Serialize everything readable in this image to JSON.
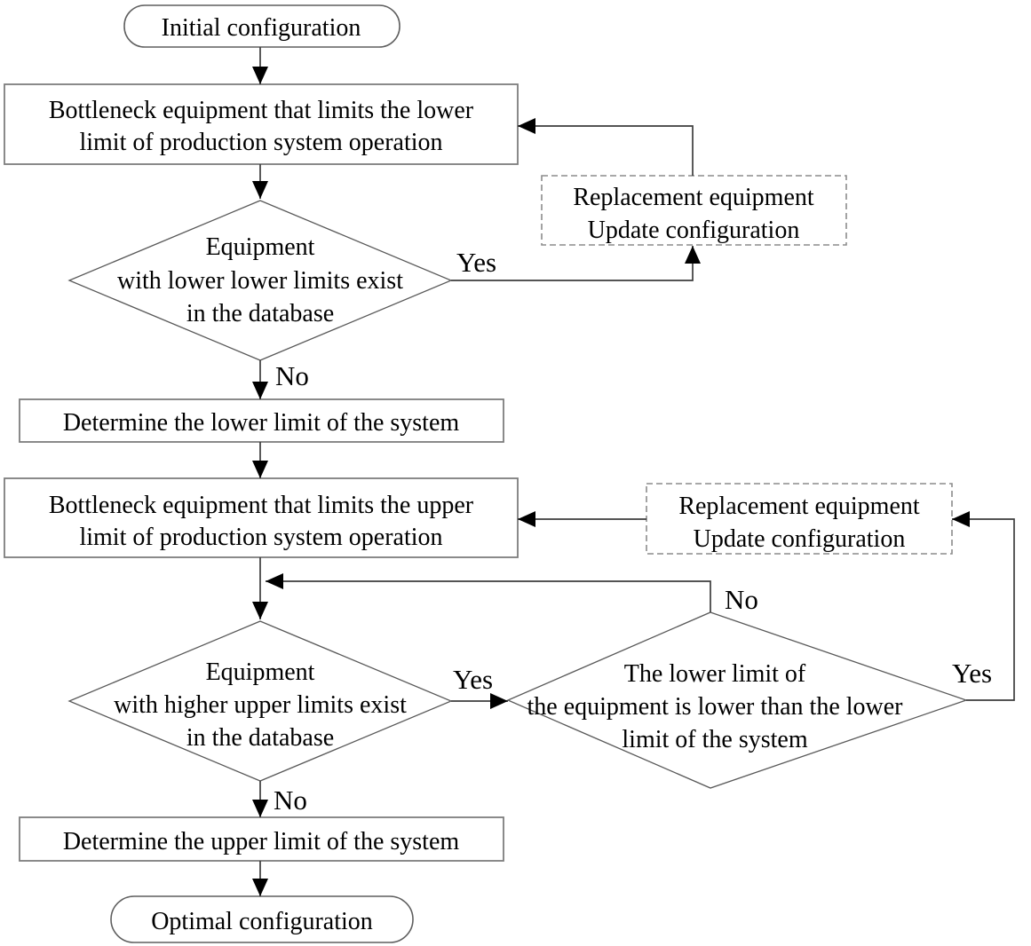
{
  "flowchart": {
    "nodes": {
      "initial": {
        "label": "Initial configuration"
      },
      "bottleneck_lower": {
        "lines": [
          "Bottleneck equipment that limits the lower",
          "limit of production system operation"
        ]
      },
      "replace_lower": {
        "lines": [
          "Replacement equipment",
          "Update configuration"
        ]
      },
      "decision_lower": {
        "lines": [
          "Equipment",
          "with lower lower limits exist",
          "in the database"
        ]
      },
      "determine_lower": {
        "label": "Determine the lower limit of the system"
      },
      "bottleneck_upper": {
        "lines": [
          "Bottleneck equipment that limits the upper",
          "limit of production system operation"
        ]
      },
      "replace_upper": {
        "lines": [
          "Replacement equipment",
          "Update configuration"
        ]
      },
      "decision_upper": {
        "lines": [
          "Equipment",
          "with higher upper limits exist",
          "in the database"
        ]
      },
      "decision_compare": {
        "lines": [
          "The lower limit of",
          "the equipment is lower than the lower",
          "limit of the system"
        ]
      },
      "determine_upper": {
        "label": "Determine the upper limit of the system"
      },
      "optimal": {
        "label": "Optimal configuration"
      }
    },
    "edge_labels": {
      "yes_lower": "Yes",
      "no_lower": "No",
      "yes_upper": "Yes",
      "no_upper": "No",
      "yes_compare": "Yes",
      "no_compare": "No"
    },
    "colors": {
      "background": "#ffffff",
      "text": "#000000",
      "flow_line": "#3d3d3d",
      "box_border": "#7d7d7d",
      "dashed_border": "#8c8c8c",
      "arrowhead": "#000000"
    }
  }
}
